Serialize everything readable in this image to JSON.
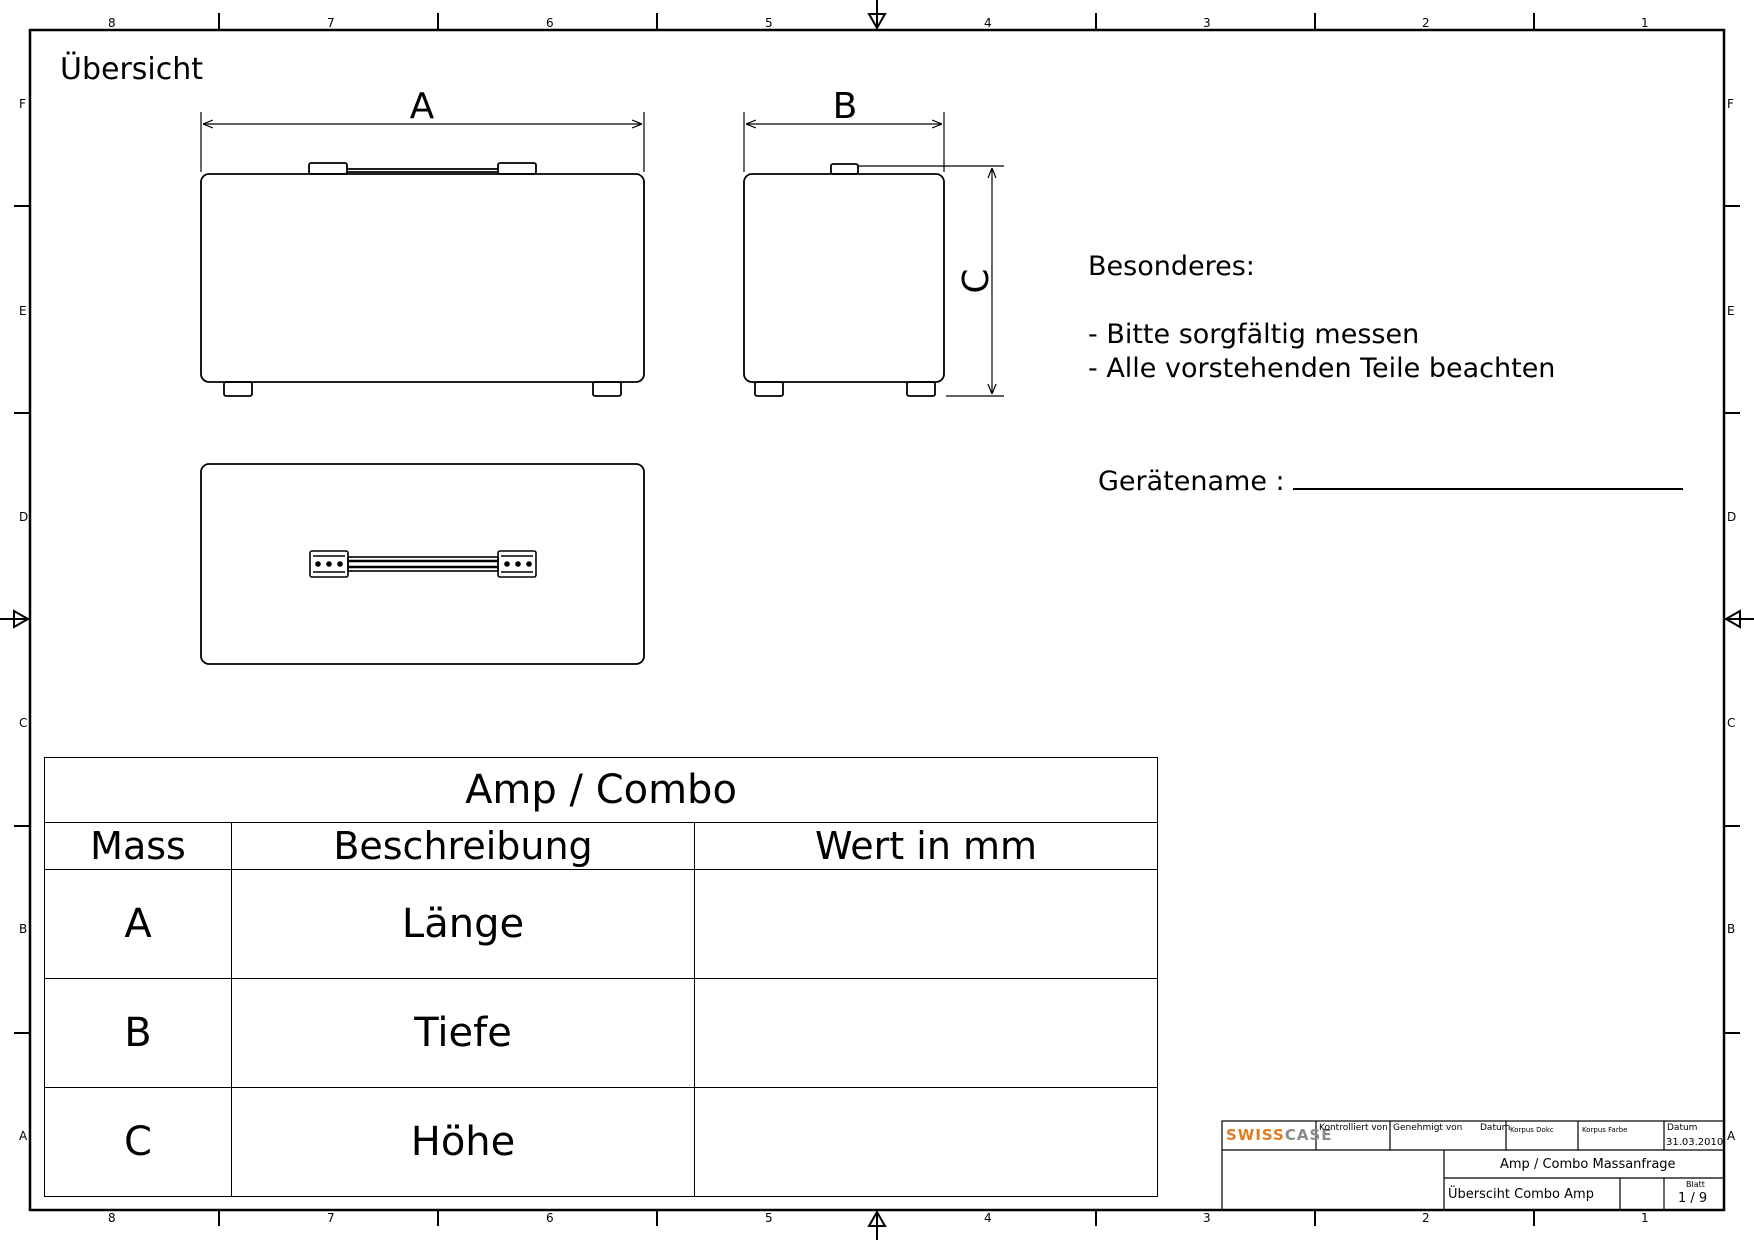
{
  "sheet": {
    "title": "Übersicht",
    "col_labels": [
      "8",
      "7",
      "6",
      "5",
      "4",
      "3",
      "2",
      "1"
    ],
    "row_labels": [
      "F",
      "E",
      "D",
      "C",
      "B",
      "A"
    ]
  },
  "views": {
    "dim_a": "A",
    "dim_b": "B",
    "dim_c": "C"
  },
  "notes": {
    "heading": "Besonderes:",
    "items": [
      "- Bitte sorgfältig messen",
      "- Alle vorstehenden Teile beachten"
    ]
  },
  "device": {
    "label": "Gerätename :"
  },
  "dim_table": {
    "caption": "Amp / Combo",
    "headers": [
      "Mass",
      "Beschreibung",
      "Wert in mm"
    ],
    "rows": [
      {
        "mass": "A",
        "desc": "Länge",
        "value": ""
      },
      {
        "mass": "B",
        "desc": "Tiefe",
        "value": ""
      },
      {
        "mass": "C",
        "desc": "Höhe",
        "value": ""
      }
    ]
  },
  "title_block": {
    "logo_a": "SWISS",
    "logo_b": "CASE",
    "checked_by": "Kontrolliert von",
    "approved_by": "Genehmigt von",
    "date_label": "Datum",
    "name_1": "Korpus Dokc",
    "name_2": "Korpus Farbe",
    "date_label_2": "Datum",
    "date": "31.03.2010",
    "drawing_title": "Amp / Combo Massanfrage",
    "drawing_subtitle": "Übersciht Combo Amp",
    "sheet_label": "Blatt",
    "sheet_no": "1 / 9"
  }
}
